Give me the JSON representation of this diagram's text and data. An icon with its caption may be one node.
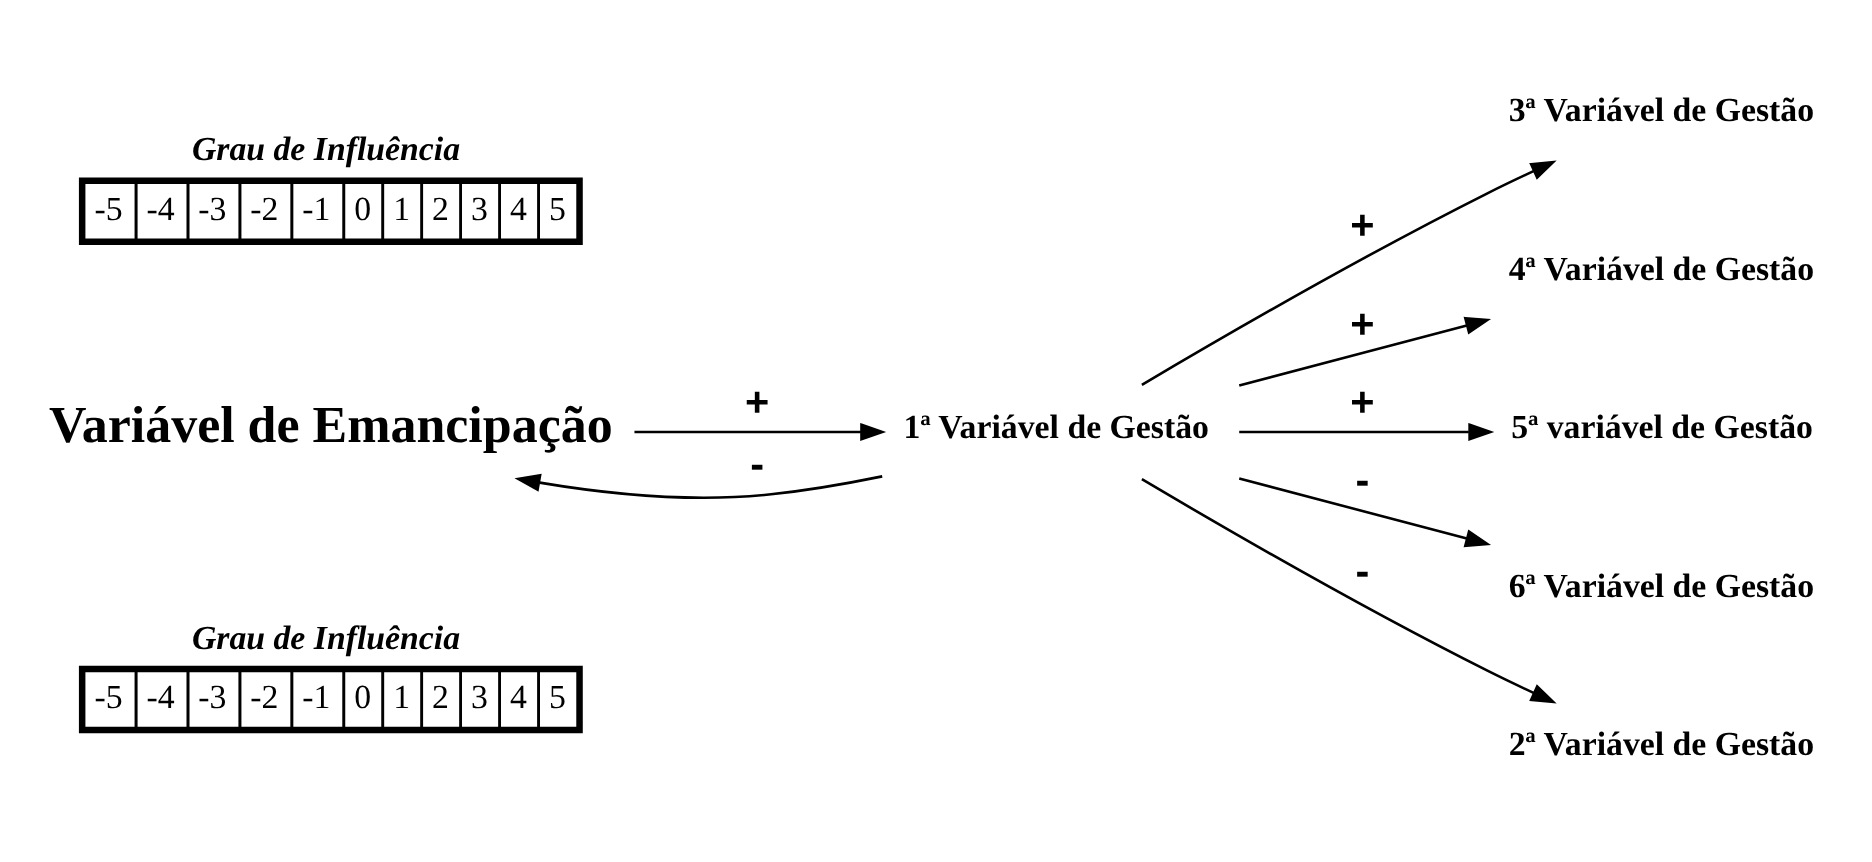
{
  "diagram": {
    "nodes": [
      {
        "text": [
          "3ª Variável de Gestão"
        ]
      },
      {
        "text": [
          "4ª Variável de Gestão"
        ]
      },
      {
        "text": [
          "Variável de Emancipação"
        ]
      },
      {
        "text": [
          "1ª Variável de Gestão"
        ]
      },
      {
        "text": [
          "5ª variável de Gestão"
        ]
      },
      {
        "text": [
          "6ª Variável de Gestão"
        ]
      },
      {
        "text": [
          "2ª Variável de Gestão"
        ]
      }
    ],
    "edges": [
      {
        "from": 2,
        "to": 3,
        "arrow": "to",
        "label": "+"
      },
      {
        "from": 3,
        "to": 2,
        "arrow": "to",
        "label": "-"
      },
      {
        "from": 3,
        "to": 0,
        "arrow": "to",
        "label": "+"
      },
      {
        "from": 3,
        "to": 1,
        "arrow": "to",
        "label": "+"
      },
      {
        "from": 3,
        "to": 4,
        "arrow": "to",
        "label": "+"
      },
      {
        "from": 3,
        "to": 5,
        "arrow": "to",
        "label": "-"
      },
      {
        "from": 3,
        "to": 6,
        "arrow": "to",
        "label": "-"
      }
    ],
    "labels": [
      "Grau de Influência",
      "-5",
      "-4",
      "-3",
      "-2",
      "-1",
      "0",
      "1",
      "2",
      "3",
      "4",
      "5",
      "Grau de Influência",
      "-5",
      "-4",
      "-3",
      "-2",
      "-1",
      "0",
      "1",
      "2",
      "3",
      "4",
      "5"
    ]
  }
}
